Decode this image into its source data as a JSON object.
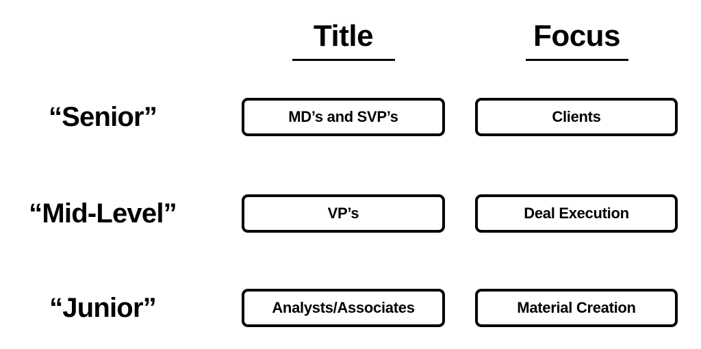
{
  "slide": {
    "background_color": "#ffffff",
    "text_color": "#000000",
    "border_color": "#000000"
  },
  "columns": [
    {
      "key": "title",
      "label": "Title"
    },
    {
      "key": "focus",
      "label": "Focus"
    }
  ],
  "rows": [
    {
      "level": "“Senior”",
      "title": "MD’s and SVP’s",
      "focus": "Clients"
    },
    {
      "level": "“Mid-Level”",
      "title": "VP’s",
      "focus": "Deal Execution"
    },
    {
      "level": "“Junior”",
      "title": "Analysts/Associates",
      "focus": "Material Creation"
    }
  ]
}
